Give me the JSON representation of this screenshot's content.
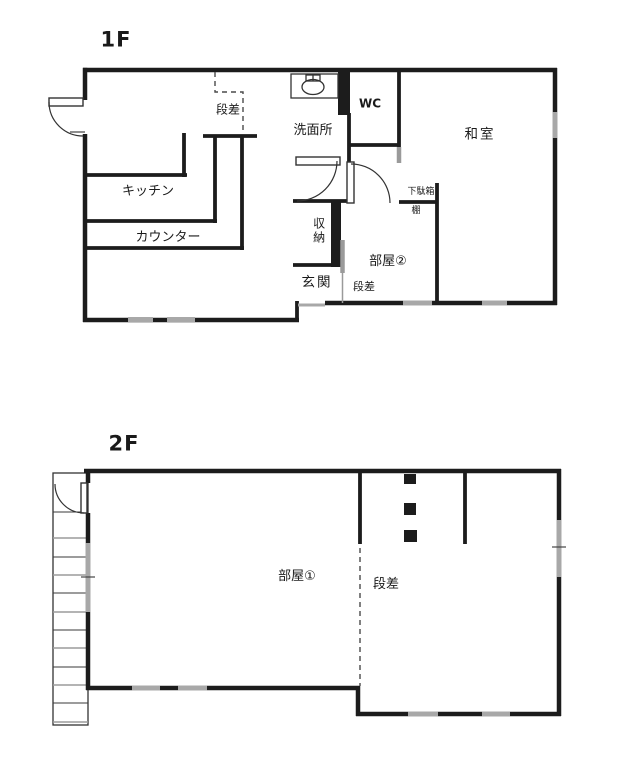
{
  "page": {
    "background": "#ffffff"
  },
  "colors": {
    "wall": "#1c1c1c",
    "window": "#a8a8a8",
    "gray_door": "#9a9a9a",
    "dash": "#4a4a4a"
  },
  "floor1": {
    "title": "1F",
    "labels": {
      "kitchen": "キッチン",
      "counter": "カウンター",
      "step_upper": "段差",
      "washroom": "洗面所",
      "wc": "WC",
      "japanese_room": "和室",
      "shoe_cabinet": "下駄箱",
      "shelf": "棚",
      "storage": "収納",
      "entrance": "玄関",
      "room2": "部屋②",
      "step_lower": "段差"
    }
  },
  "floor2": {
    "title": "2F",
    "labels": {
      "room1": "部屋①",
      "step": "段差"
    }
  }
}
